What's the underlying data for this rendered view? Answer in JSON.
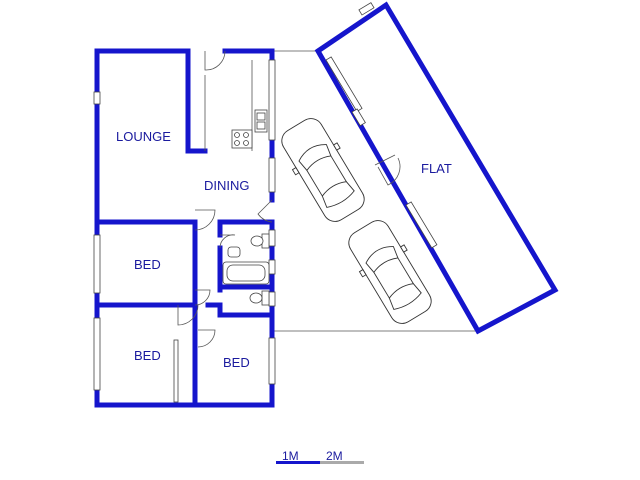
{
  "rooms": {
    "lounge": "LOUNGE",
    "dining": "DINING",
    "bed_upper": "BED",
    "bed_lower_left": "BED",
    "bed_lower_right": "BED",
    "flat": "FLAT"
  },
  "scale_bar": {
    "label_1": "1M",
    "label_2": "2M"
  },
  "colors": {
    "wall": "#1515cc",
    "text": "#1a1a9e",
    "scale_dark": "#1515cc",
    "scale_light": "#aaaaaa"
  }
}
